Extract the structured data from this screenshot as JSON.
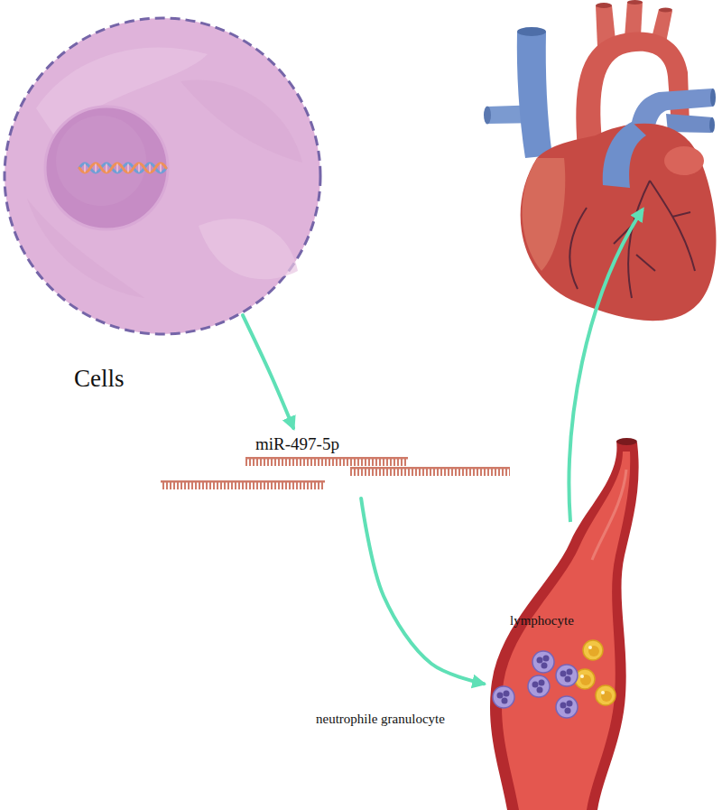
{
  "diagram": {
    "nodes": [
      {
        "text": [
          "Cells"
        ]
      },
      {
        "text": [
          "miR-497-5p"
        ]
      },
      {
        "text": [
          "lymphocyte",
          "neutrophile granulocyte"
        ]
      }
    ],
    "edges": [
      {
        "from": 0,
        "to": 1,
        "arrow": "to"
      },
      {
        "from": 1,
        "to": 2,
        "arrow": "to"
      }
    ]
  }
}
